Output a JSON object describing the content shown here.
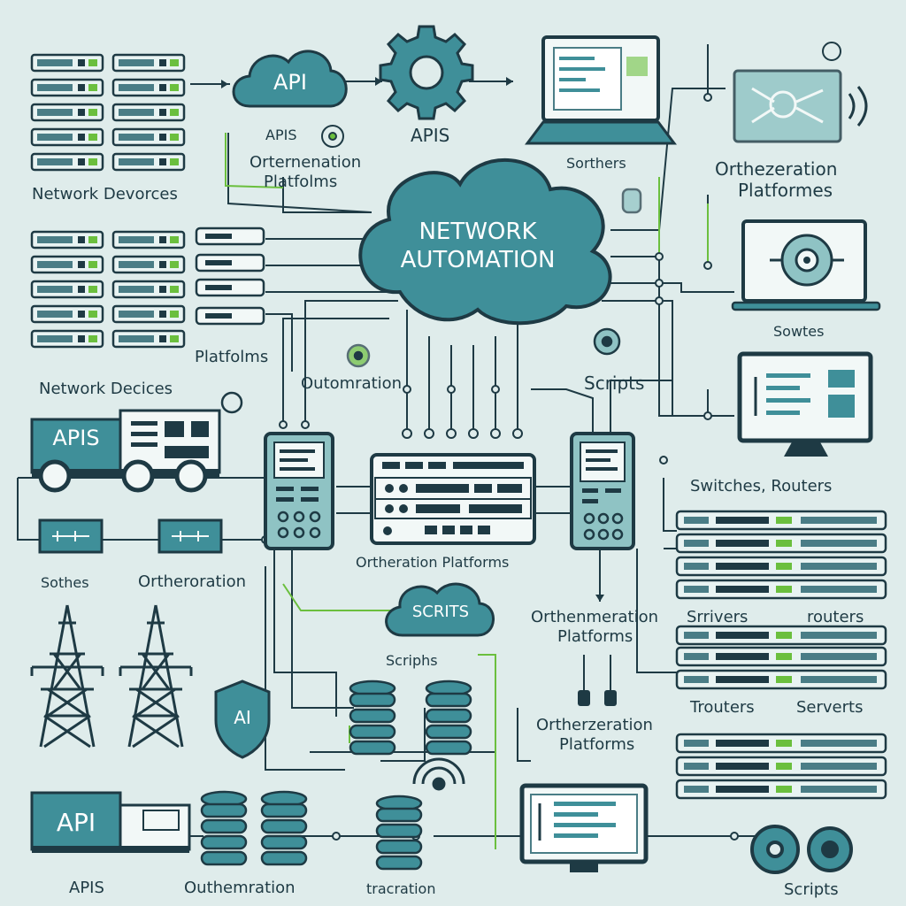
{
  "main_cloud": {
    "line1": "NETWORK",
    "line2": "AUTOMATION"
  },
  "top_cloud": {
    "text": "API"
  },
  "scripts_cloud": {
    "text": "SCRITS"
  },
  "truck_top": {
    "text": "APIS"
  },
  "truck_bottom": {
    "text": "API"
  },
  "shield": {
    "text": "AI"
  },
  "labels": {
    "network_devices_top": "Network Devorces",
    "apis_small": "APIS",
    "orchestration_left_1": "Orternenation",
    "orchestration_left_2": "Platfolms",
    "apis_gear": "APIS",
    "switchers_laptop": "Sorthers",
    "orchestration_right_1": "Orthezeration",
    "orchestration_right_2": "Platformes",
    "platforms_mid": "Platfolms",
    "network_devices_mid": "Network Decices",
    "outomration": "Outomration",
    "scripts_mid": "Scripts",
    "sowtes": "Sowtes",
    "switches_routers": "Switches, Routers",
    "sothes": "Sothes",
    "ortheroration": "Ortheroration",
    "orchestration_center": "Ortheration Platforms",
    "orchestration_center_right_1": "Orthenmeration",
    "orchestration_center_right_2": "Platforms",
    "scripts_under_cloud": "Scriphs",
    "srrivers": "Srrivers",
    "routers_top_right": "routers",
    "routers_right": "Trouters",
    "servers_right": "Serverts",
    "orchestration_lower_1": "Ortherzeration",
    "orchestration_lower_2": "Platforms",
    "apis_bottom": "APIS",
    "outhemration": "Outhemration",
    "tracration": "tracration",
    "scripts_bottom": "Scripts"
  },
  "colors": {
    "background": "#dfeceb",
    "primary_teal": "#3f8f99",
    "dark_outline": "#1e3a44",
    "accent_green": "#6bbf3e"
  }
}
